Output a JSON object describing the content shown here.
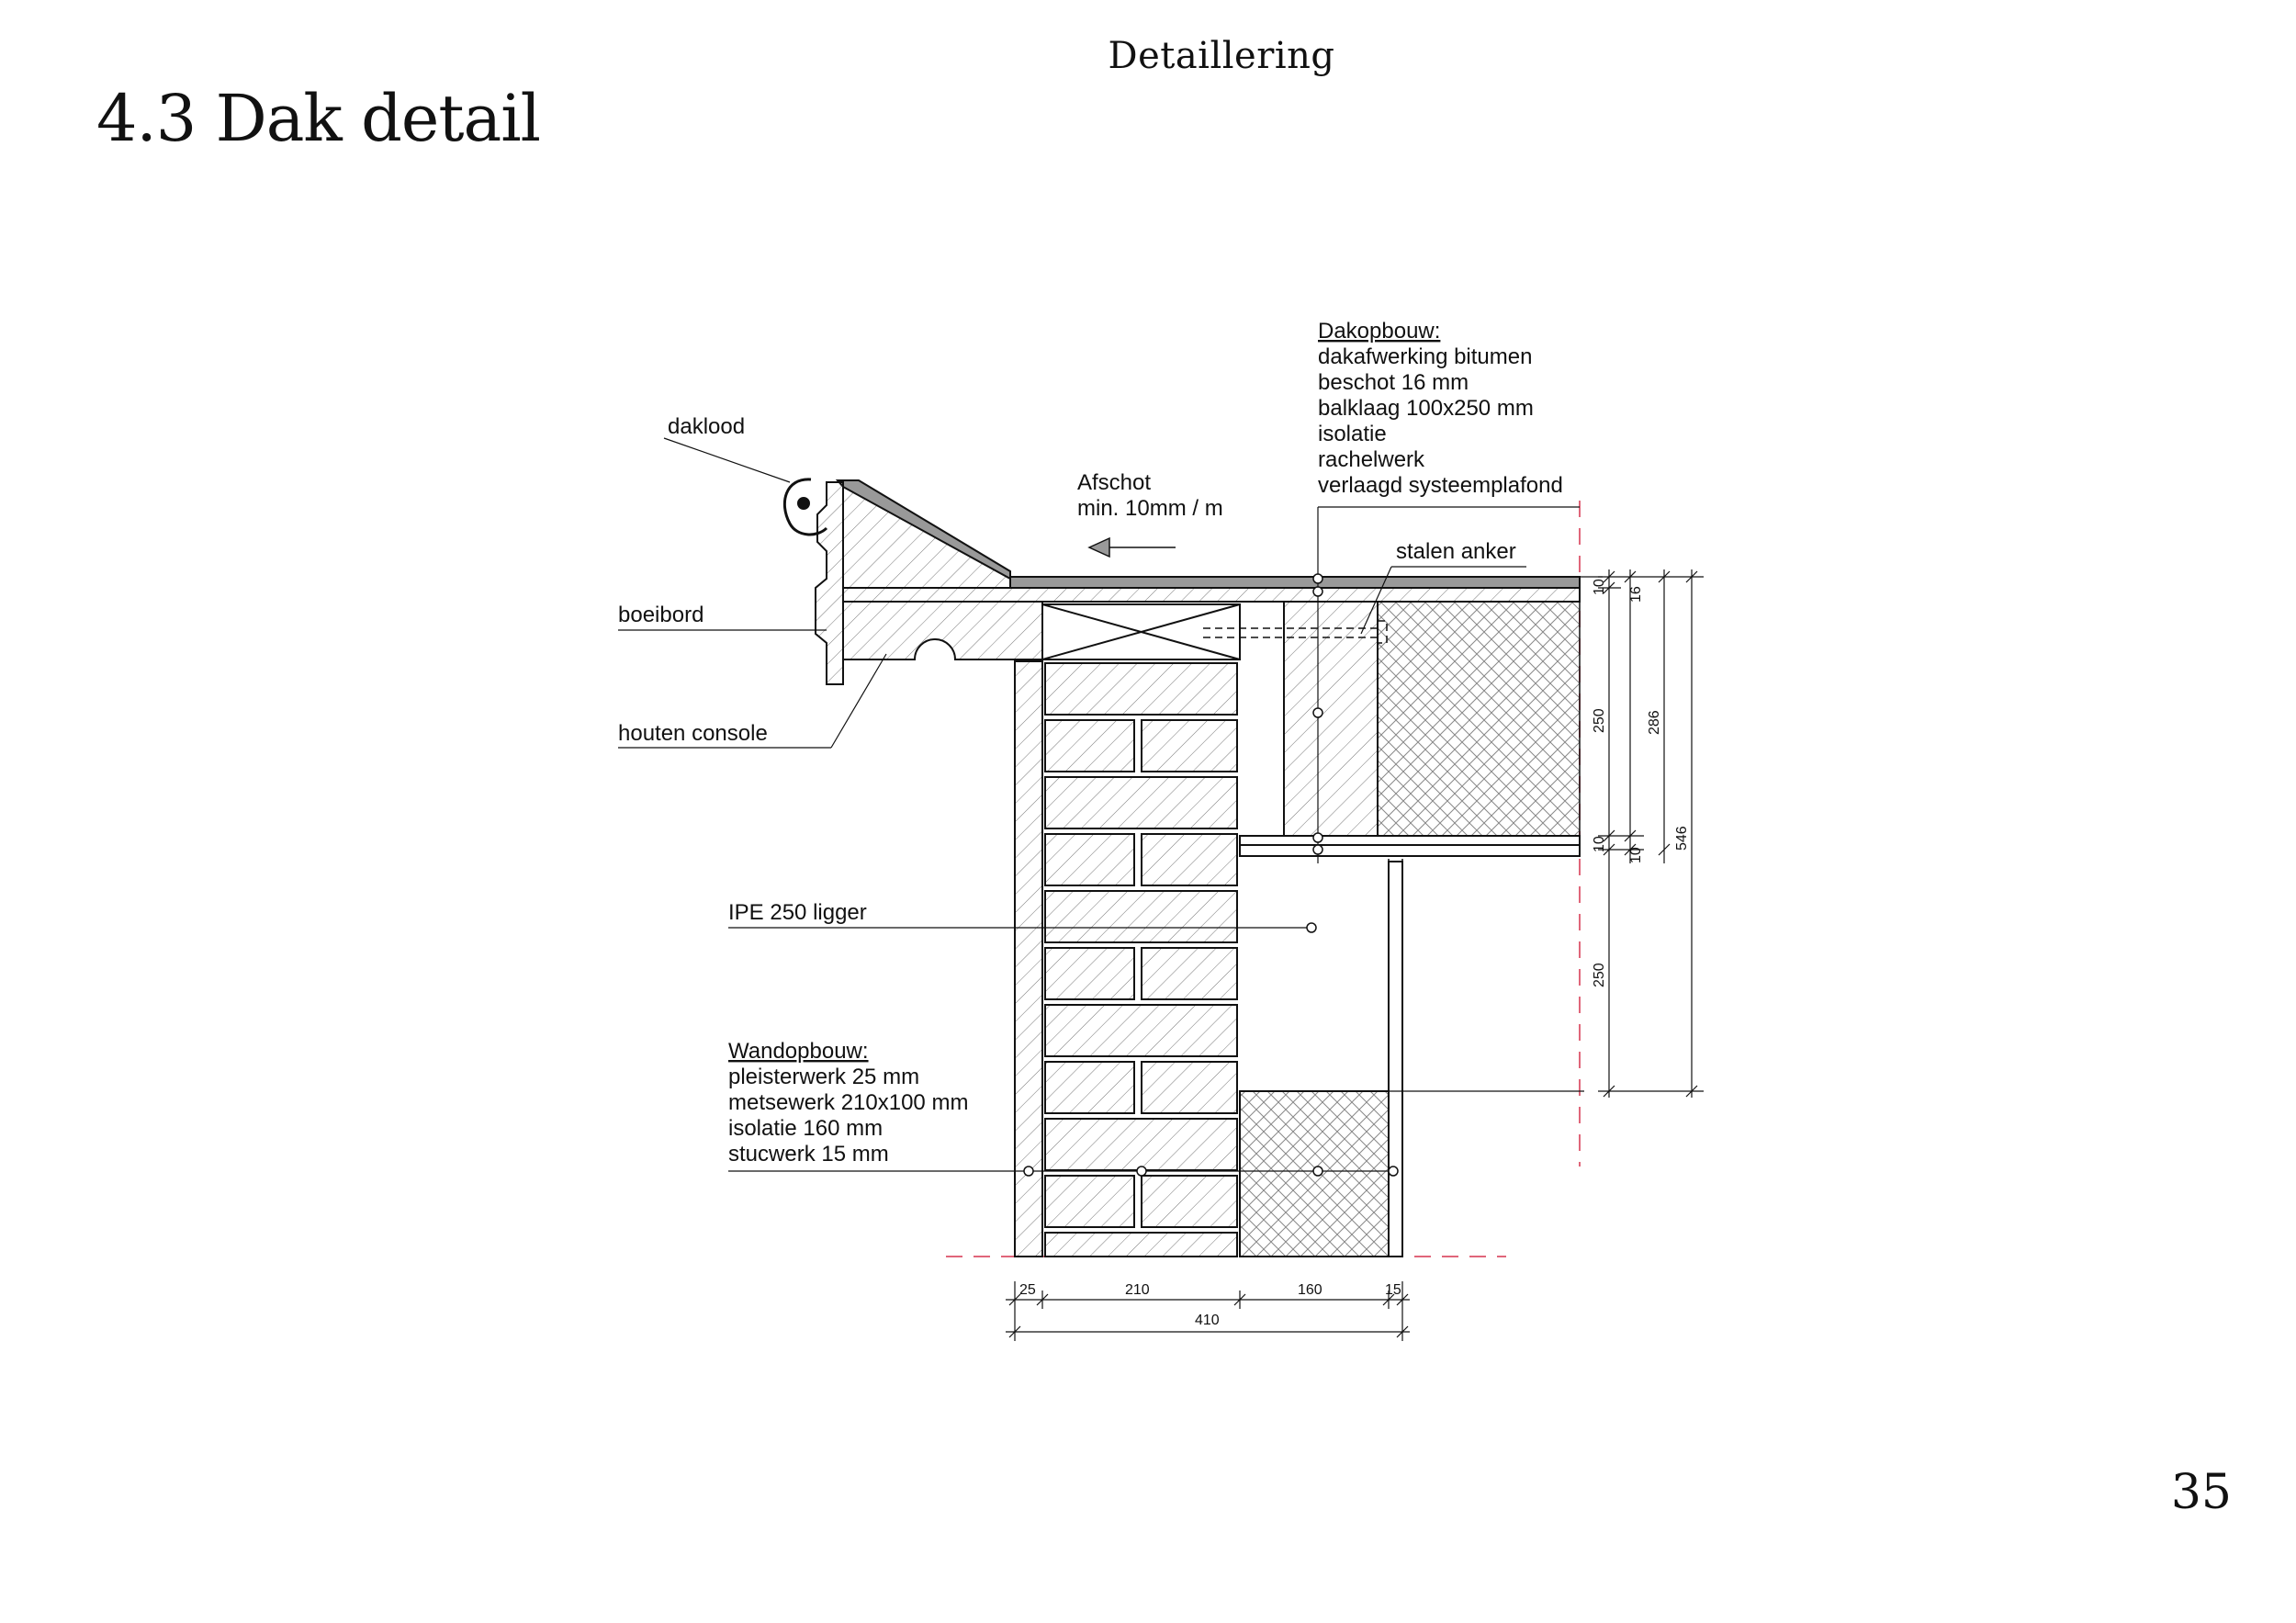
{
  "header": {
    "section": "Detaillering",
    "title": "4.3 Dak detail",
    "page_number": "35"
  },
  "labels": {
    "daklood": "daklood",
    "boeibord": "boeibord",
    "houten_console": "houten console",
    "afschot_1": "Afschot",
    "afschot_2": "min. 10mm / m",
    "stalen_anker": "stalen anker",
    "ipe": "IPE 250 ligger"
  },
  "dakopbouw": {
    "heading": "Dakopbouw:",
    "lines": [
      "dakafwerking bitumen",
      "beschot 16 mm",
      "balklaag 100x250 mm",
      "isolatie",
      "rachelwerk",
      "verlaagd systeemplafond"
    ]
  },
  "wandopbouw": {
    "heading": "Wandopbouw:",
    "lines": [
      "pleisterwerk 25 mm",
      "metsewerk 210x100 mm",
      "isolatie 160 mm",
      "stucwerk 15 mm"
    ]
  },
  "dimensions": {
    "bottom": [
      "25",
      "210",
      "160",
      "15"
    ],
    "bottom_total": "410",
    "right_inner": [
      "10",
      "250",
      "10",
      "250"
    ],
    "right_mid": [
      "16",
      "286",
      "10"
    ],
    "right_total": "546"
  },
  "colors": {
    "line": "#111111",
    "hatch": "#555555",
    "red_dash": "#e0667a"
  }
}
